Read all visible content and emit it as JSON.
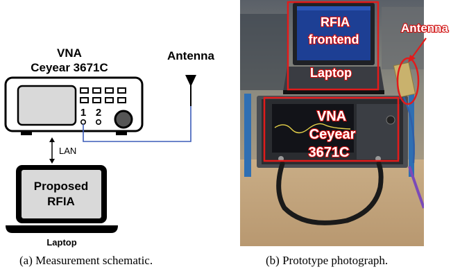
{
  "schematic": {
    "vna_title_line1": "VNA",
    "vna_title_line2": "Ceyear 3671C",
    "port1_label": "1",
    "port2_label": "2",
    "antenna_label": "Antenna",
    "lan_label": "LAN",
    "laptop_screen_line1": "Proposed",
    "laptop_screen_line2": "RFIA",
    "laptop_label": "Laptop",
    "cable_color": "#3b5bb8"
  },
  "photo": {
    "laptop_box_line1": "RFIA",
    "laptop_box_line2": "frontend",
    "laptop_box_line3": "Laptop",
    "antenna_label": "Antenna",
    "vna_box_line1": "VNA",
    "vna_box_line2": "Ceyear",
    "vna_box_line3": "3671C",
    "annotation_color": "#e21b1b"
  },
  "captions": {
    "a": "(a) Measurement schematic.",
    "b": "(b) Prototype photograph."
  }
}
